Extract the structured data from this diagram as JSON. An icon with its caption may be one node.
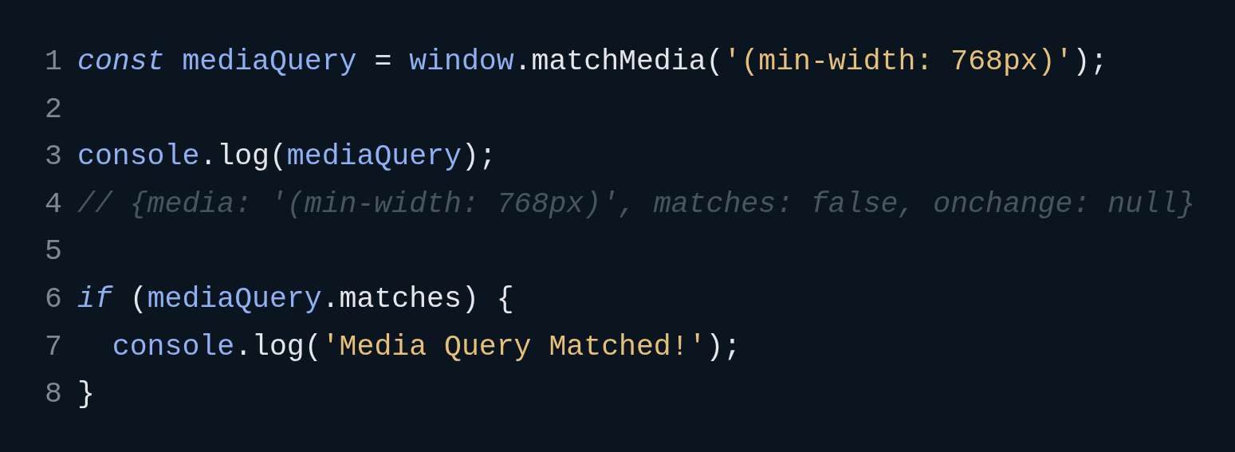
{
  "diagram": {
    "labels": [
      "1",
      "*const* mediaQuery = window.matchMedia('(min-width: 768px)');",
      "2",
      "3",
      "console.log(mediaQuery);",
      "4",
      "// {media: '(min-width: 768px)', matches: false, onchange: null}",
      "5",
      "6",
      "*if* (mediaQuery.matches) {",
      "7",
      "  console.log('Media Query Matched!');",
      "8",
      "}"
    ]
  }
}
